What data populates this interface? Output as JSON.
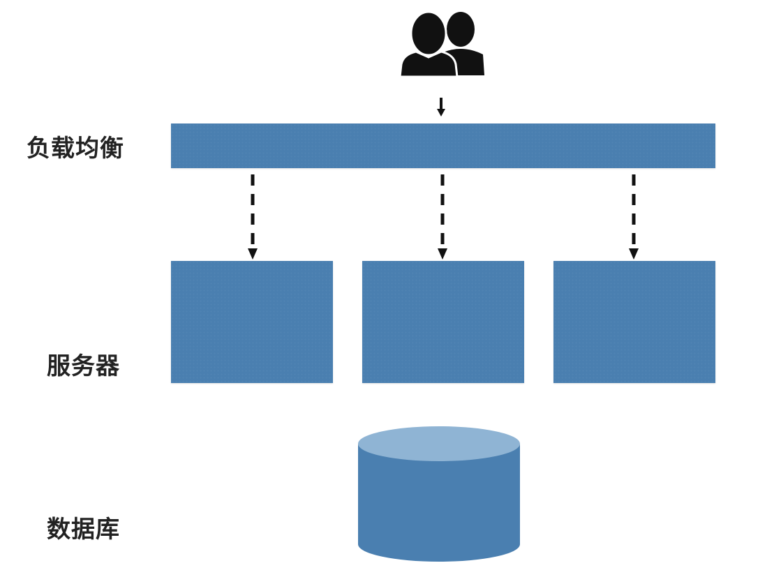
{
  "labels": {
    "load_balancer": "负载均衡",
    "servers": "服务器",
    "database": "数据库"
  },
  "icons": {
    "users": "users-icon"
  },
  "colors": {
    "block": "#4a7fb0",
    "db_top": "#8fb4d4",
    "arrow": "#111111",
    "text": "#222222"
  }
}
